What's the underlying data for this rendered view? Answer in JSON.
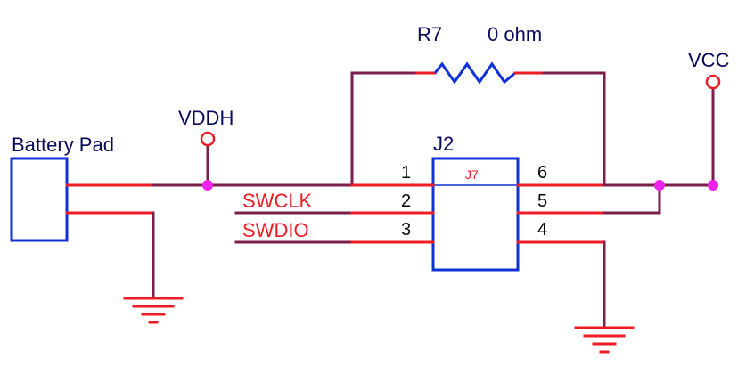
{
  "labels": {
    "resistor_ref": "R7",
    "resistor_value": "0 ohm",
    "vcc": "VCC",
    "vddh": "VDDH",
    "battery_pad": "Battery Pad",
    "connector_ref": "J2",
    "connector_inner": "J7",
    "swclk": "SWCLK",
    "swdio": "SWDIO"
  },
  "pins": {
    "p1": "1",
    "p2": "2",
    "p3": "3",
    "p4": "4",
    "p5": "5",
    "p6": "6"
  },
  "colors": {
    "wire": "#7a1f4a",
    "pin": "#ee1c25",
    "component": "#1030d8",
    "junction": "#ee22ee",
    "label": "#0a0a5a"
  }
}
